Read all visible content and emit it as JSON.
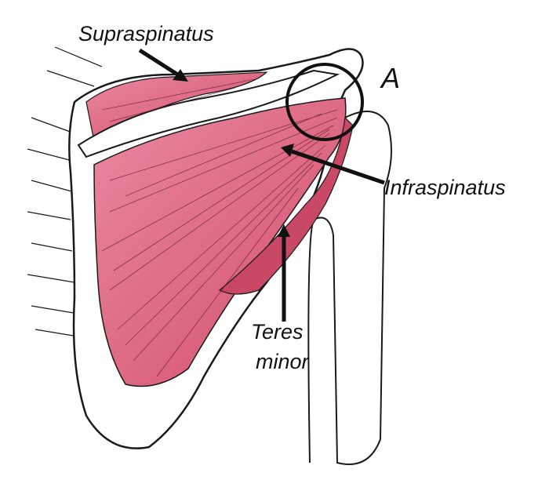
{
  "labels": {
    "supraspinatus": "Supraspinatus",
    "infraspinatus": "Infraspinatus",
    "teres_line1": "Teres",
    "teres_line2": "minor",
    "marker": "A"
  },
  "colors": {
    "muscle": "#e06a85",
    "muscle_dark": "#c23c5a",
    "outline": "#1a1a1a"
  }
}
